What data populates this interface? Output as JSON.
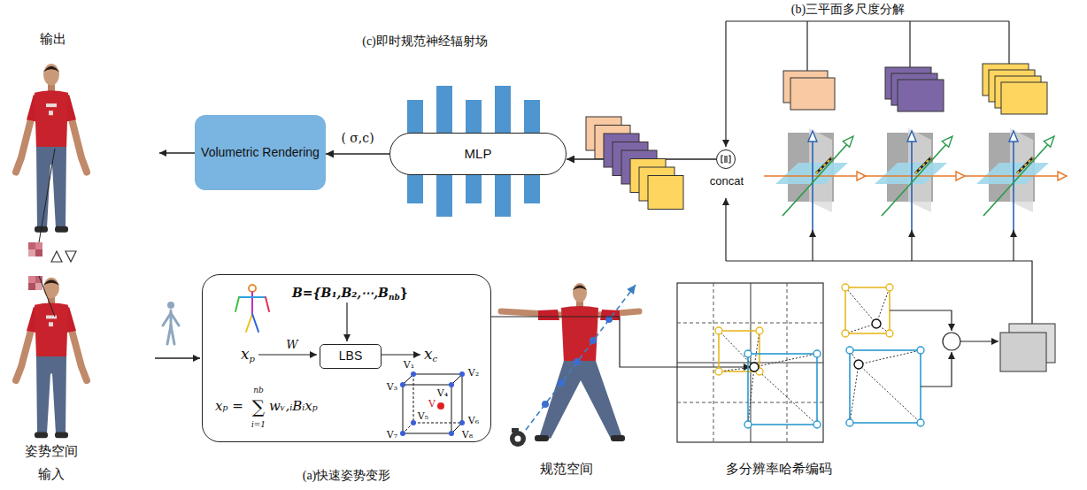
{
  "diagram": {
    "nodes": [
      {
        "text": [
          "Volumetric Rendering"
        ]
      },
      {
        "text": [
          "MLP"
        ]
      },
      {
        "text": [
          "concat"
        ]
      },
      {
        "text": [
          "(a)快速姿势变形"
        ]
      },
      {
        "text": [
          "LBS"
        ],
        "in": 3
      }
    ],
    "edges": [
      {
        "from": 1,
        "to": 0,
        "label": "( σ,c)",
        "arrow": "to"
      },
      {
        "from": 2,
        "to": 1,
        "arrow": "to"
      }
    ],
    "labels": [
      "输出",
      "(c)即时规范神经辐射场",
      "(b)三平面多尺度分解",
      "姿势空间",
      "输入",
      "B={B₁,B₂,⋯,B",
      "nb",
      "}",
      "x",
      "p",
      "W",
      "x",
      "c",
      "xₚ =",
      "nb",
      "∑",
      "i=1",
      "wᵥ,ᵢBᵢxₚ",
      "V₁",
      "V₂",
      "V₃",
      "V₄",
      "V₅",
      "V₆",
      "V₇",
      "V₈",
      "V",
      "规范空间",
      "多分辨率哈希编码"
    ]
  }
}
